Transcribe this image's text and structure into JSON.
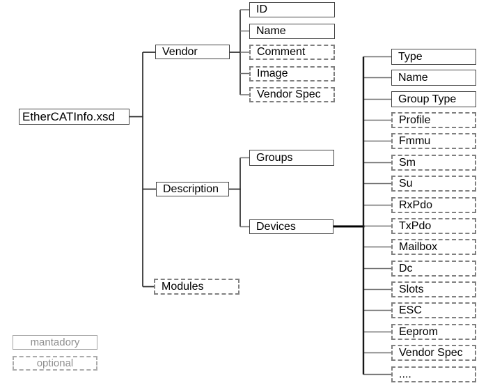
{
  "tree": {
    "root": {
      "label": "EtherCATInfo.xsd",
      "type": "mandatory"
    },
    "level1": [
      {
        "label": "Vendor",
        "type": "mandatory"
      },
      {
        "label": "Description",
        "type": "mandatory"
      },
      {
        "label": "Modules",
        "type": "optional"
      }
    ],
    "vendor_children": [
      {
        "label": "ID",
        "type": "mandatory"
      },
      {
        "label": "Name",
        "type": "mandatory"
      },
      {
        "label": "Comment",
        "type": "optional"
      },
      {
        "label": "Image",
        "type": "optional"
      },
      {
        "label": "Vendor Spec",
        "type": "optional"
      }
    ],
    "description_children": [
      {
        "label": "Groups",
        "type": "mandatory"
      },
      {
        "label": "Devices",
        "type": "mandatory"
      }
    ],
    "devices_children": [
      {
        "label": "Type",
        "type": "mandatory"
      },
      {
        "label": "Name",
        "type": "mandatory"
      },
      {
        "label": "Group Type",
        "type": "mandatory"
      },
      {
        "label": "Profile",
        "type": "optional"
      },
      {
        "label": "Fmmu",
        "type": "optional"
      },
      {
        "label": "Sm",
        "type": "optional"
      },
      {
        "label": "Su",
        "type": "optional"
      },
      {
        "label": "RxPdo",
        "type": "optional"
      },
      {
        "label": "TxPdo",
        "type": "optional"
      },
      {
        "label": "Mailbox",
        "type": "optional"
      },
      {
        "label": "Dc",
        "type": "optional"
      },
      {
        "label": "Slots",
        "type": "optional"
      },
      {
        "label": "ESC",
        "type": "optional"
      },
      {
        "label": "Eeprom",
        "type": "optional"
      },
      {
        "label": "Vendor Spec",
        "type": "optional"
      },
      {
        "label": "....",
        "type": "optional"
      }
    ]
  },
  "legend": {
    "mandatory_label": "mantadory",
    "optional_label": "optional"
  },
  "colors": {
    "node_border_solid": "#434343",
    "node_border_dashed": "#7f7f7f",
    "legend_gray": "#8f8f8f",
    "connector_thick": "#000000"
  }
}
